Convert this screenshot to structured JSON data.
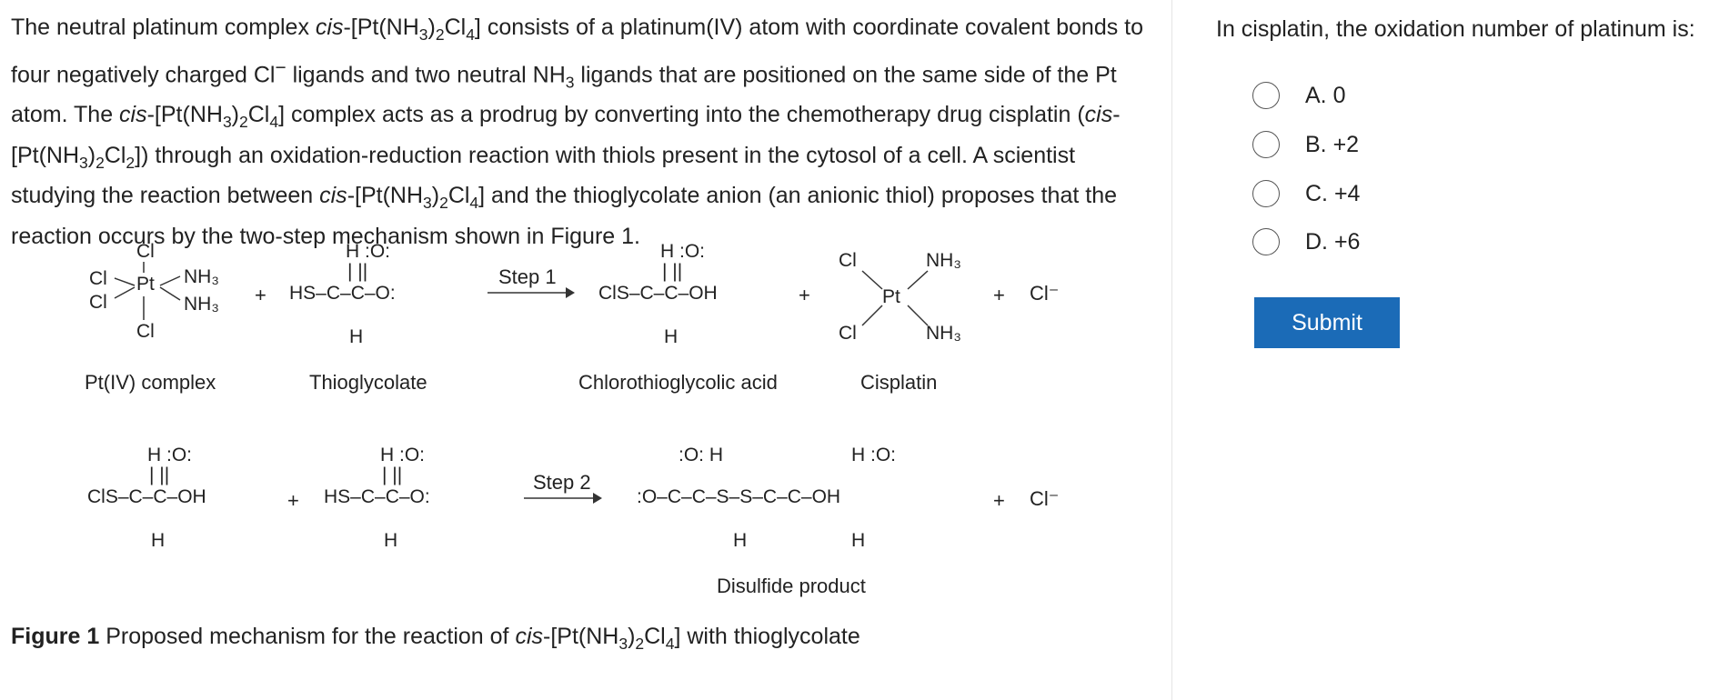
{
  "passage": {
    "p1": "The neutral platinum complex ",
    "cis": "cis",
    "p2": "-[Pt(NH",
    "sub3": "3",
    "p3": ")",
    "sub2": "2",
    "p4": "Cl",
    "sub4": "4",
    "p5": "] consists of a platinum(IV) atom with coordinate covalent bonds to four negatively charged Cl",
    "minus": "−",
    "p6": " ligands and two neutral NH",
    "p7": " ligands that are positioned on the same side of the Pt atom.  The ",
    "p8": "] complex acts as a prodrug by converting into the chemotherapy drug cisplatin (",
    "p9": "]) through an oxidation-reduction reaction with thiols present in the cytosol of a cell.  A scientist studying the reaction between ",
    "p10": "] and the thioglycolate anion (an anionic thiol) proposes that the reaction occurs by the two-step mechanism shown in Figure 1."
  },
  "figure": {
    "step1": "Step 1",
    "step2": "Step 2",
    "plus": "+",
    "cl_minus": "Cl⁻",
    "cl": "Cl",
    "pt": "Pt",
    "nh3": "NH₃",
    "thio_top": "H :O:",
    "thio_bonds": "|   ||",
    "thio_mid": "HS–C–C–O:",
    "chloro_mid": "ClS–C–C–OH",
    "h": "H",
    "disulfide_top_left": ":O: H",
    "disulfide_top_right": "H :O:",
    "disulfide_mid": ":O–C–C–S–S–C–C–OH",
    "captions": {
      "pt_complex": "Pt(IV) complex",
      "thioglycolate": "Thioglycolate",
      "chloro": "Chlorothioglycolic acid",
      "cisplatin": "Cisplatin",
      "disulfide": "Disulfide product"
    },
    "title_bold": "Figure 1",
    "title_rest_a": "  Proposed mechanism for the reaction of ",
    "title_rest_b": " with thioglycolate"
  },
  "question": {
    "prompt": "In cisplatin, the oxidation number of platinum is:",
    "options": [
      {
        "label": "A.  0"
      },
      {
        "label": "B.  +2"
      },
      {
        "label": "C.  +4"
      },
      {
        "label": "D.  +6"
      }
    ],
    "submit_label": "Submit",
    "submit_color": "#1b6bb7"
  }
}
